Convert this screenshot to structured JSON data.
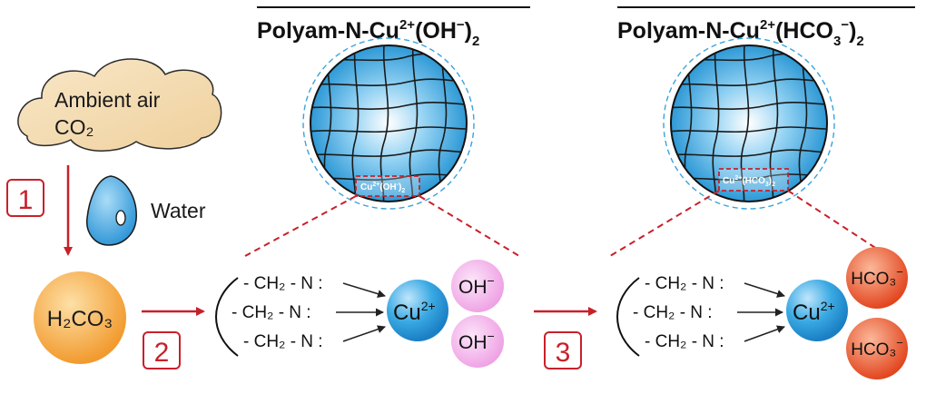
{
  "titles": {
    "left": {
      "main": "Polyam-N-Cu",
      "sup": "2+",
      "mid": "(OH",
      "sup2": "−",
      "close": ")",
      "sub": "2"
    },
    "right": {
      "main": "Polyam-N-Cu",
      "sup": "2+",
      "mid": "(HCO",
      "sub1": "3",
      "sup2": "−",
      "close": ")",
      "sub": "2"
    }
  },
  "cloud": {
    "line1": "Ambient air",
    "line2": "CO₂"
  },
  "water": {
    "label": "Water"
  },
  "steps": {
    "s1": "1",
    "s2": "2",
    "s3": "3"
  },
  "h2co3": {
    "label": "H₂CO₃"
  },
  "chains": [
    "- CH₂ - N :",
    "- CH₂ - N :",
    "- CH₂ - N :"
  ],
  "copper": {
    "label": "Cu",
    "sup": "2+"
  },
  "hydroxide": {
    "label": "OH",
    "sup": "−"
  },
  "bicarbonate": {
    "label": "HCO₃",
    "sup": "−"
  },
  "inset": {
    "left": {
      "base": "Cu",
      "sup": "2+",
      "rest": "(OH",
      "sup2": "-",
      "close": ")",
      "sub": "2"
    },
    "right": {
      "base": "Cu",
      "sup": "2+",
      "rest": "(HCO",
      "sub1": "3",
      "close": ")",
      "sub": "2"
    }
  },
  "colors": {
    "accent_red": "#c8202a",
    "bead_blue": "#2a9fd8",
    "copper_blue": "#1f8fd6",
    "hydroxide_pink": "#f2a8e8",
    "bicarbonate_orange": "#e8552e",
    "h2co3_orange": "#f5a33a",
    "cloud_tan": "#f5ddb4"
  }
}
